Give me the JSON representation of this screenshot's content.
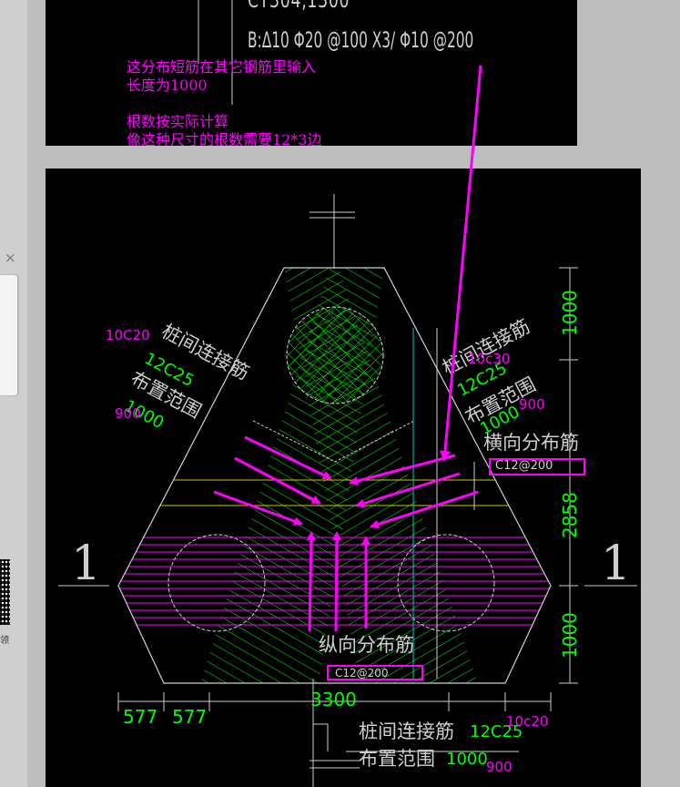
{
  "sidebar": {
    "close_glyph": "×",
    "label": "领"
  },
  "top_panel": {
    "cad_line_1": "CT304,1300",
    "cad_line_2": "B:Δ10 Φ20 @100 X3/ Φ10 @200",
    "note_lines": [
      "这分布短筋在其它钢筋里输入",
      "长度为1000",
      "",
      "根数按实际计算",
      "像这种尺寸的根数需要12*3边"
    ]
  },
  "drawing": {
    "section_left": "1",
    "section_right": "1",
    "left_group": {
      "code_a": "10C20",
      "code_b": "12C25",
      "label_1": "桩间连接筋",
      "label_2": "布置范围",
      "length": "1000",
      "width": "900"
    },
    "right_group": {
      "label_1": "桩间连接筋",
      "code_a": "10c30",
      "code_b": "12C25",
      "label_2": "布置范围",
      "length": "1000",
      "width": "900"
    },
    "horizontal_label": "横向分布筋",
    "horizontal_code": "C12@200",
    "vertical_label": "纵向分布筋",
    "vertical_code": "C12@200",
    "bottom_group": {
      "label_1": "桩间连接筋",
      "code": "12C25",
      "code_small": "10c20",
      "label_2": "布置范围",
      "length": "1000",
      "width": "900"
    },
    "dims_right": [
      "1000",
      "2858",
      "1000"
    ],
    "dims_bottom": [
      "577",
      "577",
      "3300"
    ]
  },
  "colors": {
    "annotation": "#ff00ff",
    "rebar": "#00ff00",
    "outline": "#d0d0d0",
    "cyan_line": "#00c8c8",
    "yellow_line": "#c8c800"
  }
}
